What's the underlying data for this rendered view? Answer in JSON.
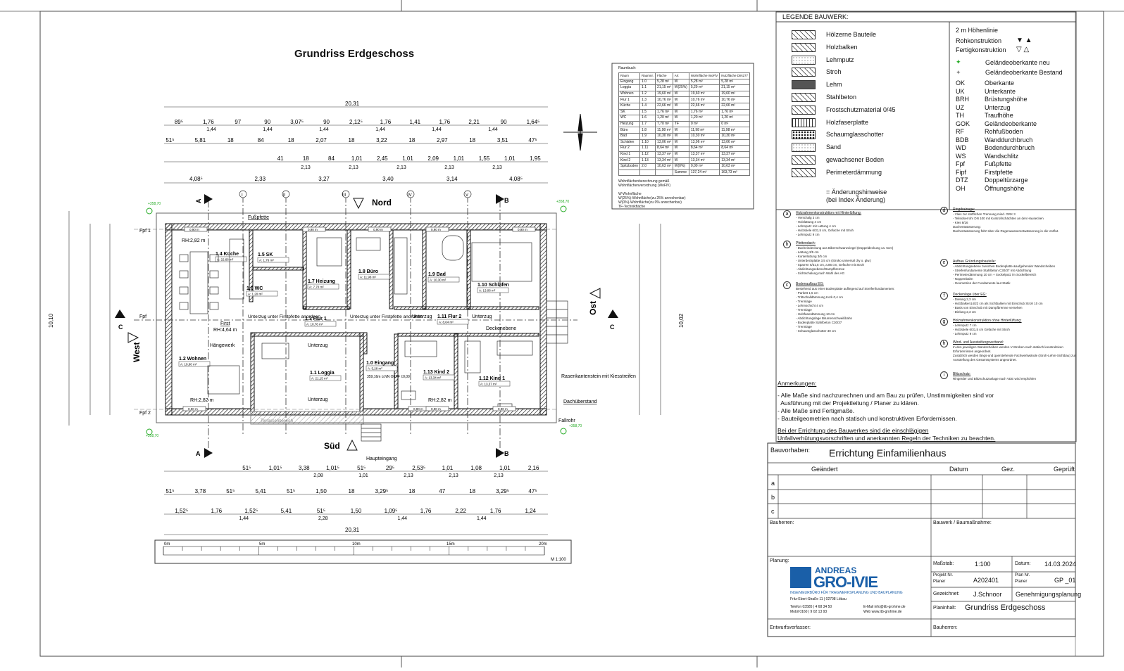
{
  "drawing": {
    "title": "Grundriss Erdgeschoss",
    "compass": {
      "north": "Nord",
      "south": "Süd",
      "east": "Ost",
      "west": "West"
    },
    "section_marks": {
      "a": "A",
      "b": "B",
      "c": "C"
    },
    "axis_labels_top": [
      "I",
      "II",
      "III",
      "IV",
      "V"
    ],
    "level_marks": {
      "fpf1": "Fpf 1",
      "fpf": "Fpf",
      "fpf2": "Fpf 2"
    },
    "rooms": [
      {
        "name": "1.4 Küche",
        "area": "A: 22,66 m²"
      },
      {
        "name": "1.5 SK",
        "area": "A: 1,76 m²"
      },
      {
        "name": "1.6 WC",
        "area": "A: 1,20 m²"
      },
      {
        "name": "1.7 Heizung",
        "area": "A: 7,70 m²"
      },
      {
        "name": "1.8 Büro",
        "area": "A: 11,98 m²"
      },
      {
        "name": "1.9 Bad",
        "area": "A: 10,30 m²"
      },
      {
        "name": "1.10 Schlafen",
        "area": "A: 13,06 m²"
      },
      {
        "name": "1.3 Flur 1",
        "area": "A: 10,76 m²"
      },
      {
        "name": "1.11 Flur 2",
        "area": "A: 8,64 m²"
      },
      {
        "name": "1.2 Wohnen",
        "area": "A: 19,60 m²"
      },
      {
        "name": "1.1 Loggia",
        "area": "A: 21,15 m²"
      },
      {
        "name": "1.0 Eingang",
        "area": "A: 5,28 m²"
      },
      {
        "name": "1.13 Kind 2",
        "area": "A: 13,34 m²"
      },
      {
        "name": "1.12 Kind 1",
        "area": "A: 13,37 m²"
      }
    ],
    "annotations": {
      "fusspfette": "Fußpfette",
      "rh1": "RH:2,82 m",
      "first": "First",
      "first_rh": "RH:4,64 m",
      "haengewerk": "Hängewerk",
      "unterzug_firstpfette1": "Unterzug unter Firstpfette anordnen",
      "unterzug_firstpfette2": "Unterzug unter Firstpfette anordnen",
      "unterzug": "Unterzug",
      "deckenebene": "Deckenebene",
      "rh2": "RH:2,82 m",
      "rh3": "RH:2,82 m",
      "rasenkante": "Rasenkantenstein mit Kiesstreifen",
      "dachueberstand": "Dachüberstand",
      "fallrohr": "Fallrohr",
      "haupteingang": "Haupteingang",
      "terrassenbereich": "Terrassenbereich",
      "level_plus": "+358,70",
      "level_base": "359,16m ü.NN OKFF ±0,00",
      "window": "0,90 m"
    },
    "dims_top_total": "20,31",
    "dims_top_row1": [
      "89⁵",
      "1,76",
      "97",
      "90",
      "3,07⁵",
      "90",
      "2,12⁵",
      "1,76",
      "1,41",
      "1,76",
      "2,21",
      "90",
      "1,64⁵"
    ],
    "dims_top_row1_sub": [
      "1,44",
      "1,44",
      "1,44",
      "1,44",
      "1,44",
      "1,44"
    ],
    "dims_top_row2": [
      "51⁵",
      "5,81",
      "18",
      "84",
      "18",
      "2,07",
      "18",
      "3,22",
      "18",
      "2,97",
      "18",
      "3,51",
      "47⁵"
    ],
    "dims_top_row3": [
      "41",
      "18",
      "84",
      "1,01",
      "2,45",
      "1,01",
      "2,09",
      "1,01",
      "1,55",
      "1,01",
      "1,95"
    ],
    "dims_top_row3_sub": [
      "2,13",
      "2,13",
      "2,13",
      "2,13",
      "2,13"
    ],
    "dims_top_row4": [
      "4,08⁵",
      "2,33",
      "3,27",
      "3,40",
      "3,14",
      "4,08⁵"
    ],
    "dims_bottom_row1": [
      "51⁵",
      "1,01⁵",
      "3,38",
      "1,01⁵",
      "51⁵",
      "29⁵",
      "2,53⁵",
      "1,01",
      "1,08",
      "1,01",
      "2,16"
    ],
    "dims_bottom_row1_sub": [
      "2,08",
      "1,01",
      "2,13",
      "2,13",
      "2,13"
    ],
    "dims_bottom_row2": [
      "51⁵",
      "3,78",
      "51⁵",
      "5,41",
      "51⁵",
      "1,50",
      "18",
      "3,29⁵",
      "18",
      "47",
      "18",
      "3,29⁵",
      "47⁵"
    ],
    "dims_bottom_row3": [
      "1,52⁵",
      "1,76",
      "1,52⁵",
      "5,41",
      "51⁵",
      "1,50",
      "1,09⁵",
      "1,76",
      "2,22",
      "1,76",
      "1,24"
    ],
    "dims_bottom_row3_sub": [
      "1,44",
      "2,28",
      "1,44",
      "1,44"
    ],
    "dims_bottom_total": "20,31",
    "dims_left_total": "10,10",
    "dims_right_total": "10,02",
    "scale_ticks": [
      "0m",
      "5m",
      "10m",
      "15m",
      "20m"
    ],
    "scale_label": "M 1:100"
  },
  "room_table": {
    "caption": "Raumbuch:",
    "headers": [
      "Raum",
      "Raumnr.",
      "Fläche",
      "Art",
      "Wohnfläche WoFlV",
      "Nutzfläche DIN277"
    ],
    "rows": [
      [
        "Eingang",
        "1.0",
        "5,28 m²",
        "W",
        "5,28 m²",
        "5,28 m²"
      ],
      [
        "Loggia",
        "1.1",
        "21,15 m²",
        "W(25%)",
        "5,29 m²",
        "21,15 m²"
      ],
      [
        "Wohnen",
        "1.2",
        "19,60 m²",
        "W",
        "19,60 m²",
        "19,60 m²"
      ],
      [
        "Flur 1",
        "1.3",
        "10,76 m²",
        "W",
        "10,76 m²",
        "10,76 m²"
      ],
      [
        "Küche",
        "1.4",
        "22,66 m²",
        "W",
        "22,66 m²",
        "22,66 m²"
      ],
      [
        "SK",
        "1.5",
        "1,76 m²",
        "W",
        "1,76 m²",
        "1,76 m²"
      ],
      [
        "WC",
        "1.6",
        "1,20 m²",
        "W",
        "1,20 m²",
        "1,20 m²"
      ],
      [
        "Heizung",
        "1.7",
        "7,70 m²",
        "TF",
        "0 m²",
        "0 m²"
      ],
      [
        "Büro",
        "1.8",
        "11,98 m²",
        "W",
        "11,98 m²",
        "11,98 m²"
      ],
      [
        "Bad",
        "1.9",
        "10,30 m²",
        "W",
        "10,30 m²",
        "10,30 m²"
      ],
      [
        "Schlafen",
        "1.10",
        "13,06 m²",
        "W",
        "13,06 m²",
        "13,06 m²"
      ],
      [
        "Flur 2",
        "1.11",
        "8,64 m²",
        "W",
        "8,64 m²",
        "8,64 m²"
      ],
      [
        "Kind 1",
        "1.12",
        "13,37 m²",
        "W",
        "13,37 m²",
        "13,37 m²"
      ],
      [
        "Kind 2",
        "1.13",
        "13,34 m²",
        "W",
        "13,34 m²",
        "13,34 m²"
      ],
      [
        "Spitzboden",
        "2.0",
        "10,63 m²",
        "W(0%)",
        "0,00 m²",
        "10,63 m²"
      ],
      [
        "",
        "",
        "",
        "Summe",
        "137,24 m²",
        "163,73 m²"
      ]
    ],
    "notes": "Wohnflächenberechnung gemäß\nWohnflächenverordnung (WoFlV)\n\nW-Wohnfläche\nW(25%)-Wohnfläche(zu 25% anrechenbar)\nW(0%)-Wohnfläche(zu 0% anrechenbar)\nTF-Technikfläche"
  },
  "legend": {
    "title": "LEGENDE BAUWERK:",
    "materials": [
      "Hölzerne Bauteile",
      "Holzbalken",
      "Lehmputz",
      "Stroh",
      "Lehm",
      "Stahlbeton",
      "Frostschutzmaterial 0/45",
      "Holzfaserplatte",
      "Schaumglasschotter",
      "Sand",
      "gewachsener Boden",
      "Perimeterdämmung"
    ],
    "change_note": "= Änderungshinweise\n(bei Index Änderung)",
    "contour": "2 m Höhenlinie",
    "rohkonstruktion": "Rohkonstruktion",
    "fertigkonstruktion": "Fertigkonstruktion",
    "gok_neu": "Geländeoberkante neu",
    "gok_bestand": "Geländeoberkante Bestand",
    "abbreviations": [
      [
        "OK",
        "Oberkante"
      ],
      [
        "UK",
        "Unterkante"
      ],
      [
        "BRH",
        "Brüstungshöhe"
      ],
      [
        "UZ",
        "Unterzug"
      ],
      [
        "TH",
        "Traufhöhe"
      ],
      [
        "GOK",
        "Geländeoberkante"
      ],
      [
        "RF",
        "Rohfußboden"
      ],
      [
        "BDB",
        "Wanddurchbruch"
      ],
      [
        "WD",
        "Bodendurchbruch"
      ],
      [
        "WS",
        "Wandschlitz"
      ],
      [
        "Fpf",
        "Fußpfette"
      ],
      [
        "Fipf",
        "Firstpfette"
      ],
      [
        "DTZ",
        "Doppeltürzarge"
      ],
      [
        "OH",
        "Öffnungshöhe"
      ]
    ]
  },
  "construction_notes": [
    {
      "key": "a",
      "head": "Holzrahmenkonstruktion mit Hinterlüftung:",
      "body": "- Verschalg 3 cm\n- Holzlattung 4 cm\n- Lehmputz mit Lattung 4 cm\n- Holzstiele 6/31,5 cm, Gefache mit Stroh\n- Lehmputz 9 cm"
    },
    {
      "key": "b",
      "head": "Pfettendach:",
      "body": "- Dacheindeckung aus Biberschwanzziegel (Doppeldeckung ca. 5cm)\n- Lattung 3/5 cm\n- Konterlattung 3/5 cm\n- Unterdeckplatte 3,5 cm (Stroko universal dry o. glw.)\n- Sparren 6/31,5 cm, a.86 cm, Gefache mit Stroh\n- Abdichtungsebene/Dampfbremse\n- Sichtschalung nach Wahl des AG"
    },
    {
      "key": "c",
      "head": "Bodenaufbau EG:",
      "body": "Bestehend aus einer Bodenplatte aufliegend auf Streifenfundamenten:\n- Parkett 1,5 cm\n- Trittschalldämmung Kork 0,4 cm\n- Trennlage\n- Lehmschicht 4 cm\n- Trennlage\n- Holzfaserdämmung 10 cm\n- Abdichtungslage Bitumenschweißbahn\n- Bodenplatte Stahlbeton C30/37\n- Trennlage\n- Schaumglasschotter 30 cm"
    },
    {
      "key": "d",
      "head": "Ringdrainage:",
      "body": "- Vlies zur stofflichen Trennung mind. GRK 3\n- Teilsickerrohr DN 100 mit Kontrollschächten an den Hausecken\n- Kies 8/16\nDachentwässerung:\nDachentwässerung führt über die Regenwasserentwässerung in die Vorflut."
    },
    {
      "key": "e",
      "head": "Aufbau Gründungsbauteile:",
      "body": "- Abdichtungsebene zwischen Bodenplatte &aufgehender Wandscheiben\n- Streifenfundamente Stahlbeton C30/37 mit Abdichtung\n- Perimeterdämmung 10 cm + Sockelputz im Sockelbereich\n- Noppenbahn\n- Geometrien der Fundamente laut Statik"
    },
    {
      "key": "f",
      "head": "Deckenlage über EG:",
      "body": "- Dielung 2,3 cm\n- Holzbalken14/22 cm als Sichtbalken mit Einschub Stroh 10 cm\n- Basis von Einschub mit Dampfbremse versehen\n- Dielung 2,3 cm"
    },
    {
      "key": "g",
      "head": "Holzrahmenkonstruktion ohne Hinterlüftung:",
      "body": "- Lehmputz 7 cm\n- Holzstiele 6/31,5 cm Gefache mit Stroh\n- Lehmputz 9 cm"
    },
    {
      "key": "h",
      "head": "Wind- und Aussteifungsverband:",
      "body": "In den jeweiligen Wandscheiben werden V-Streben nach statisch konstruktiven Erfordernissen angeordnet.\nZusätzlich werden längs-und querstehende Fachwerkwände (Stroh-Lehm-Sichtbau) zur Aussteifung des Gesamtsystems angeordnet."
    },
    {
      "key": "i",
      "head": "Blitzschutz:",
      "body": "Ringerder und Blitzschutzanlage nach VDE wird empfohlen"
    }
  ],
  "remarks": {
    "heading": "Anmerkungen:",
    "lines": [
      "- Alle Maße sind nachzurechnen und am Bau zu prüfen, Unstimmigkeiten sind vor",
      "  Ausführung mit der Projektleitung / Planer zu klären.",
      "- Alle Maße sind Fertigmaße.",
      "- Bauteilgeometrien nach statisch und konstruktiven Erfordernissen."
    ],
    "rules": "Bei der Errichtung des Bauwerkes sind die einschlägigen",
    "rules2": "Unfallverhütungsvorschriften und anerkannten Regeln der Techniken zu beachten."
  },
  "title_block": {
    "project_label": "Bauvorhaben:",
    "project": "Errichtung Einfamilienhaus",
    "changed": "Geändert",
    "date": "Datum",
    "gez": "Gez.",
    "checked": "Geprüft",
    "rev": [
      "a",
      "b",
      "c"
    ],
    "client": "Bauherren:",
    "site": "Bauwerk / Baumaßnahme:",
    "planner": "Planung:",
    "company1": "ANDREAS",
    "company2": "GRO-IVIE",
    "company_tag": "INGENIEURBÜRO FÜR TRAGWERKSPLANUNG UND BAUPLANUNG",
    "address": "Fritz-Ebert-Straße 11 | 02708 Löbau",
    "phone": "Telefon   03585 | 4 68 34 50",
    "mobile": "Mobil     0160 | 9 02 13 93",
    "email": "E-Mail   info@itb-grohme.de",
    "web": "Web      www.itb-grohme.de",
    "scale_label": "Maßstab:",
    "scale": "1:100",
    "date_label": "Datum:",
    "date_value": "14.03.2024",
    "projno_label": "Projekt Nr.",
    "planer_label": "Planer",
    "projno": "A202401",
    "planno_label": "Plan Nr.",
    "planer2": "Planer",
    "planno": "GP _01",
    "drawn_label": "Gezeichnet:",
    "drawn": "J.Schnoor",
    "phase": "Genehmigungsplanung",
    "content_label": "Planinhalt:",
    "content": "Grundriss Erdgeschoss",
    "author": "Entwurfsverfasser:",
    "client2": "Bauherren:"
  }
}
